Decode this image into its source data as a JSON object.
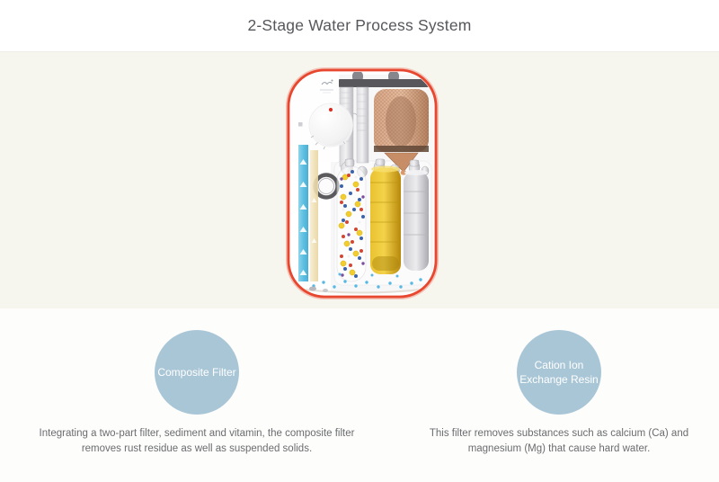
{
  "header": {
    "title": "2-Stage Water Process System"
  },
  "stages": [
    {
      "label_lines": [
        "Composite Filter"
      ],
      "desc_lines": [
        "Integrating a two-part filter, sediment and vitamin, the composite filter",
        "removes rust residue as well as suspended solids."
      ]
    },
    {
      "label_lines": [
        "Cation Ion",
        "Exchange Resin"
      ],
      "desc_lines": [
        "This filter removes substances such as calcium (Ca) and",
        "magnesium (Mg) that cause hard water."
      ]
    }
  ],
  "colors": {
    "accent_red": "#e8472f",
    "circle_blue": "#a9c6d7",
    "band_cream": "#f6f5ee",
    "title_gray": "#56575b",
    "text_gray": "#6b6c6f"
  }
}
